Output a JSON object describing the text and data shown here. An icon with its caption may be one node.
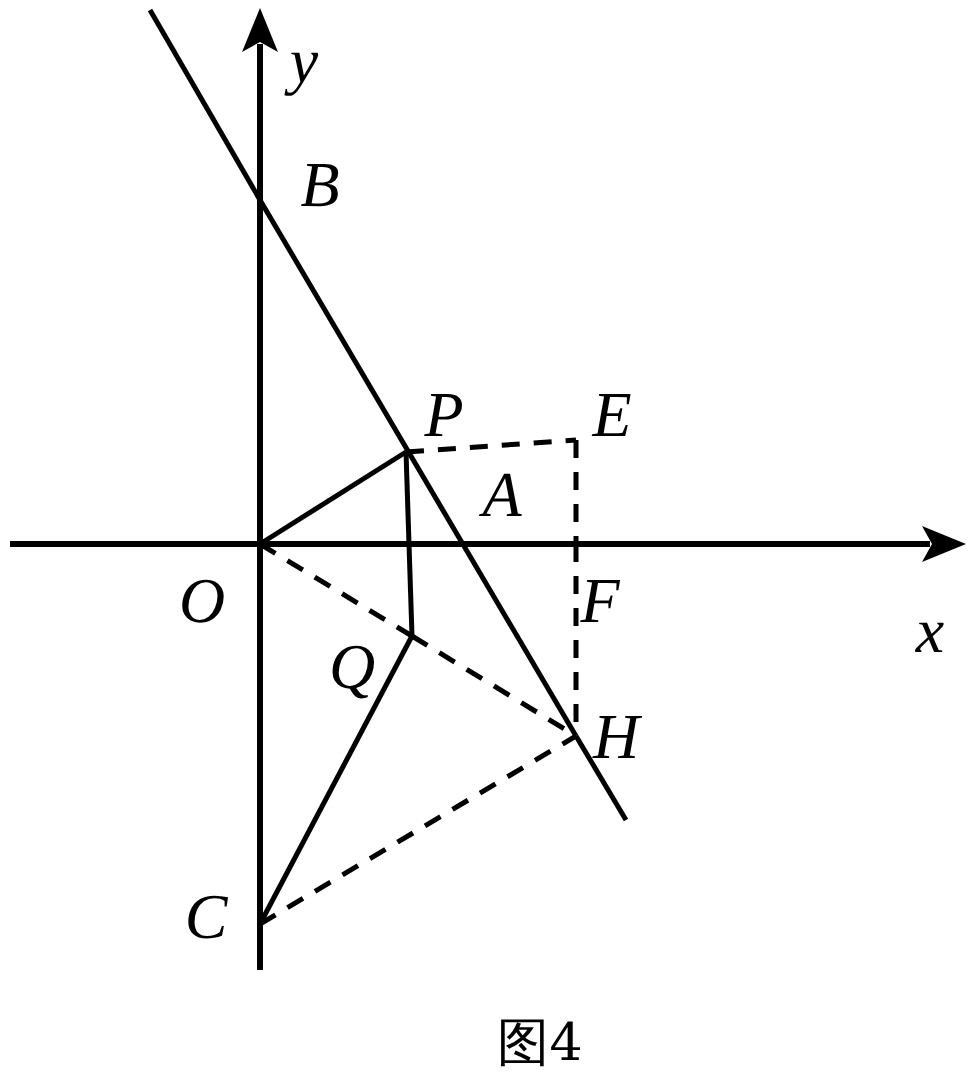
{
  "diagram": {
    "caption": "图4",
    "nodes": [
      {
        "text": [
          "B"
        ]
      },
      {
        "text": [
          "P"
        ]
      },
      {
        "text": [
          "E"
        ]
      },
      {
        "text": [
          "O"
        ]
      },
      {
        "text": [
          "Q"
        ]
      },
      {
        "text": [
          "F"
        ]
      },
      {
        "text": [
          "H"
        ]
      },
      {
        "text": [
          "C"
        ]
      }
    ],
    "edges": [
      {
        "from": 3,
        "to": 1,
        "arrow": "none"
      },
      {
        "from": 1,
        "to": 4,
        "arrow": "none"
      },
      {
        "from": 3,
        "to": 4,
        "arrow": "none",
        "style": "dashed"
      },
      {
        "from": 4,
        "to": 6,
        "arrow": "none",
        "style": "dashed"
      },
      {
        "from": 7,
        "to": 4,
        "arrow": "none"
      },
      {
        "from": 7,
        "to": 6,
        "arrow": "none",
        "style": "dashed"
      },
      {
        "from": 1,
        "to": 2,
        "arrow": "none",
        "style": "dashed"
      },
      {
        "from": 2,
        "to": 5,
        "arrow": "none",
        "style": "dashed"
      },
      {
        "from": 5,
        "to": 6,
        "arrow": "none",
        "style": "dashed"
      },
      {
        "from": 0,
        "to": 6,
        "arrow": "none"
      }
    ],
    "labels": [
      "y",
      "A",
      "x"
    ]
  }
}
